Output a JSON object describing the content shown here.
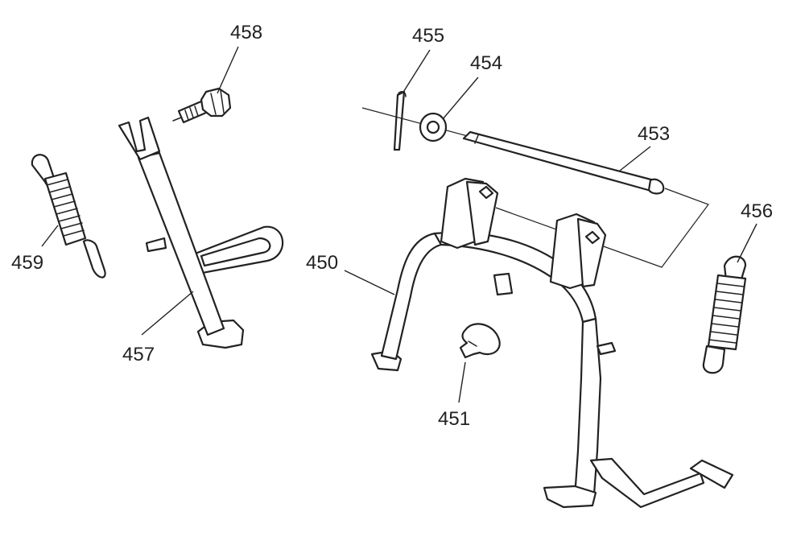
{
  "parts": [
    {
      "id": "p450",
      "number": "450"
    },
    {
      "id": "p451",
      "number": "451"
    },
    {
      "id": "p453",
      "number": "453"
    },
    {
      "id": "p454",
      "number": "454"
    },
    {
      "id": "p455",
      "number": "455"
    },
    {
      "id": "p456",
      "number": "456"
    },
    {
      "id": "p457",
      "number": "457"
    },
    {
      "id": "p458",
      "number": "458"
    },
    {
      "id": "p459",
      "number": "459"
    }
  ],
  "colors": {
    "line": "#222222",
    "background": "#ffffff"
  }
}
